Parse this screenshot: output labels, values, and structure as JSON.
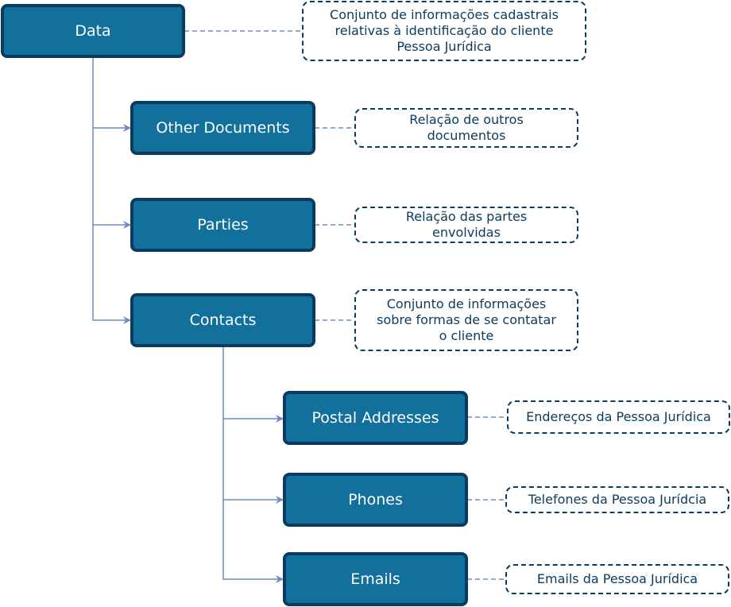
{
  "colors": {
    "node_fill": "#12709c",
    "node_border": "#0b3b5e",
    "connector": "#6c8ebf",
    "note_text": "#0b3b5e"
  },
  "nodes": {
    "data": "Data",
    "other_documents": "Other Documents",
    "parties": "Parties",
    "contacts": "Contacts",
    "postal_addresses": "Postal Addresses",
    "phones": "Phones",
    "emails": "Emails"
  },
  "notes": {
    "data": "Conjunto de informações cadastrais\nrelativas à identificação do cliente\nPessoa Jurídica",
    "other_documents": "Relação de outros\ndocumentos",
    "parties": "Relação das partes\nenvolvidas",
    "contacts": "Conjunto de informações\nsobre formas de se contatar\no cliente",
    "postal_addresses": "Endereços da Pessoa Jurídica",
    "phones": "Telefones da Pessoa Jurídcia",
    "emails": "Emails da Pessoa Jurídica"
  }
}
